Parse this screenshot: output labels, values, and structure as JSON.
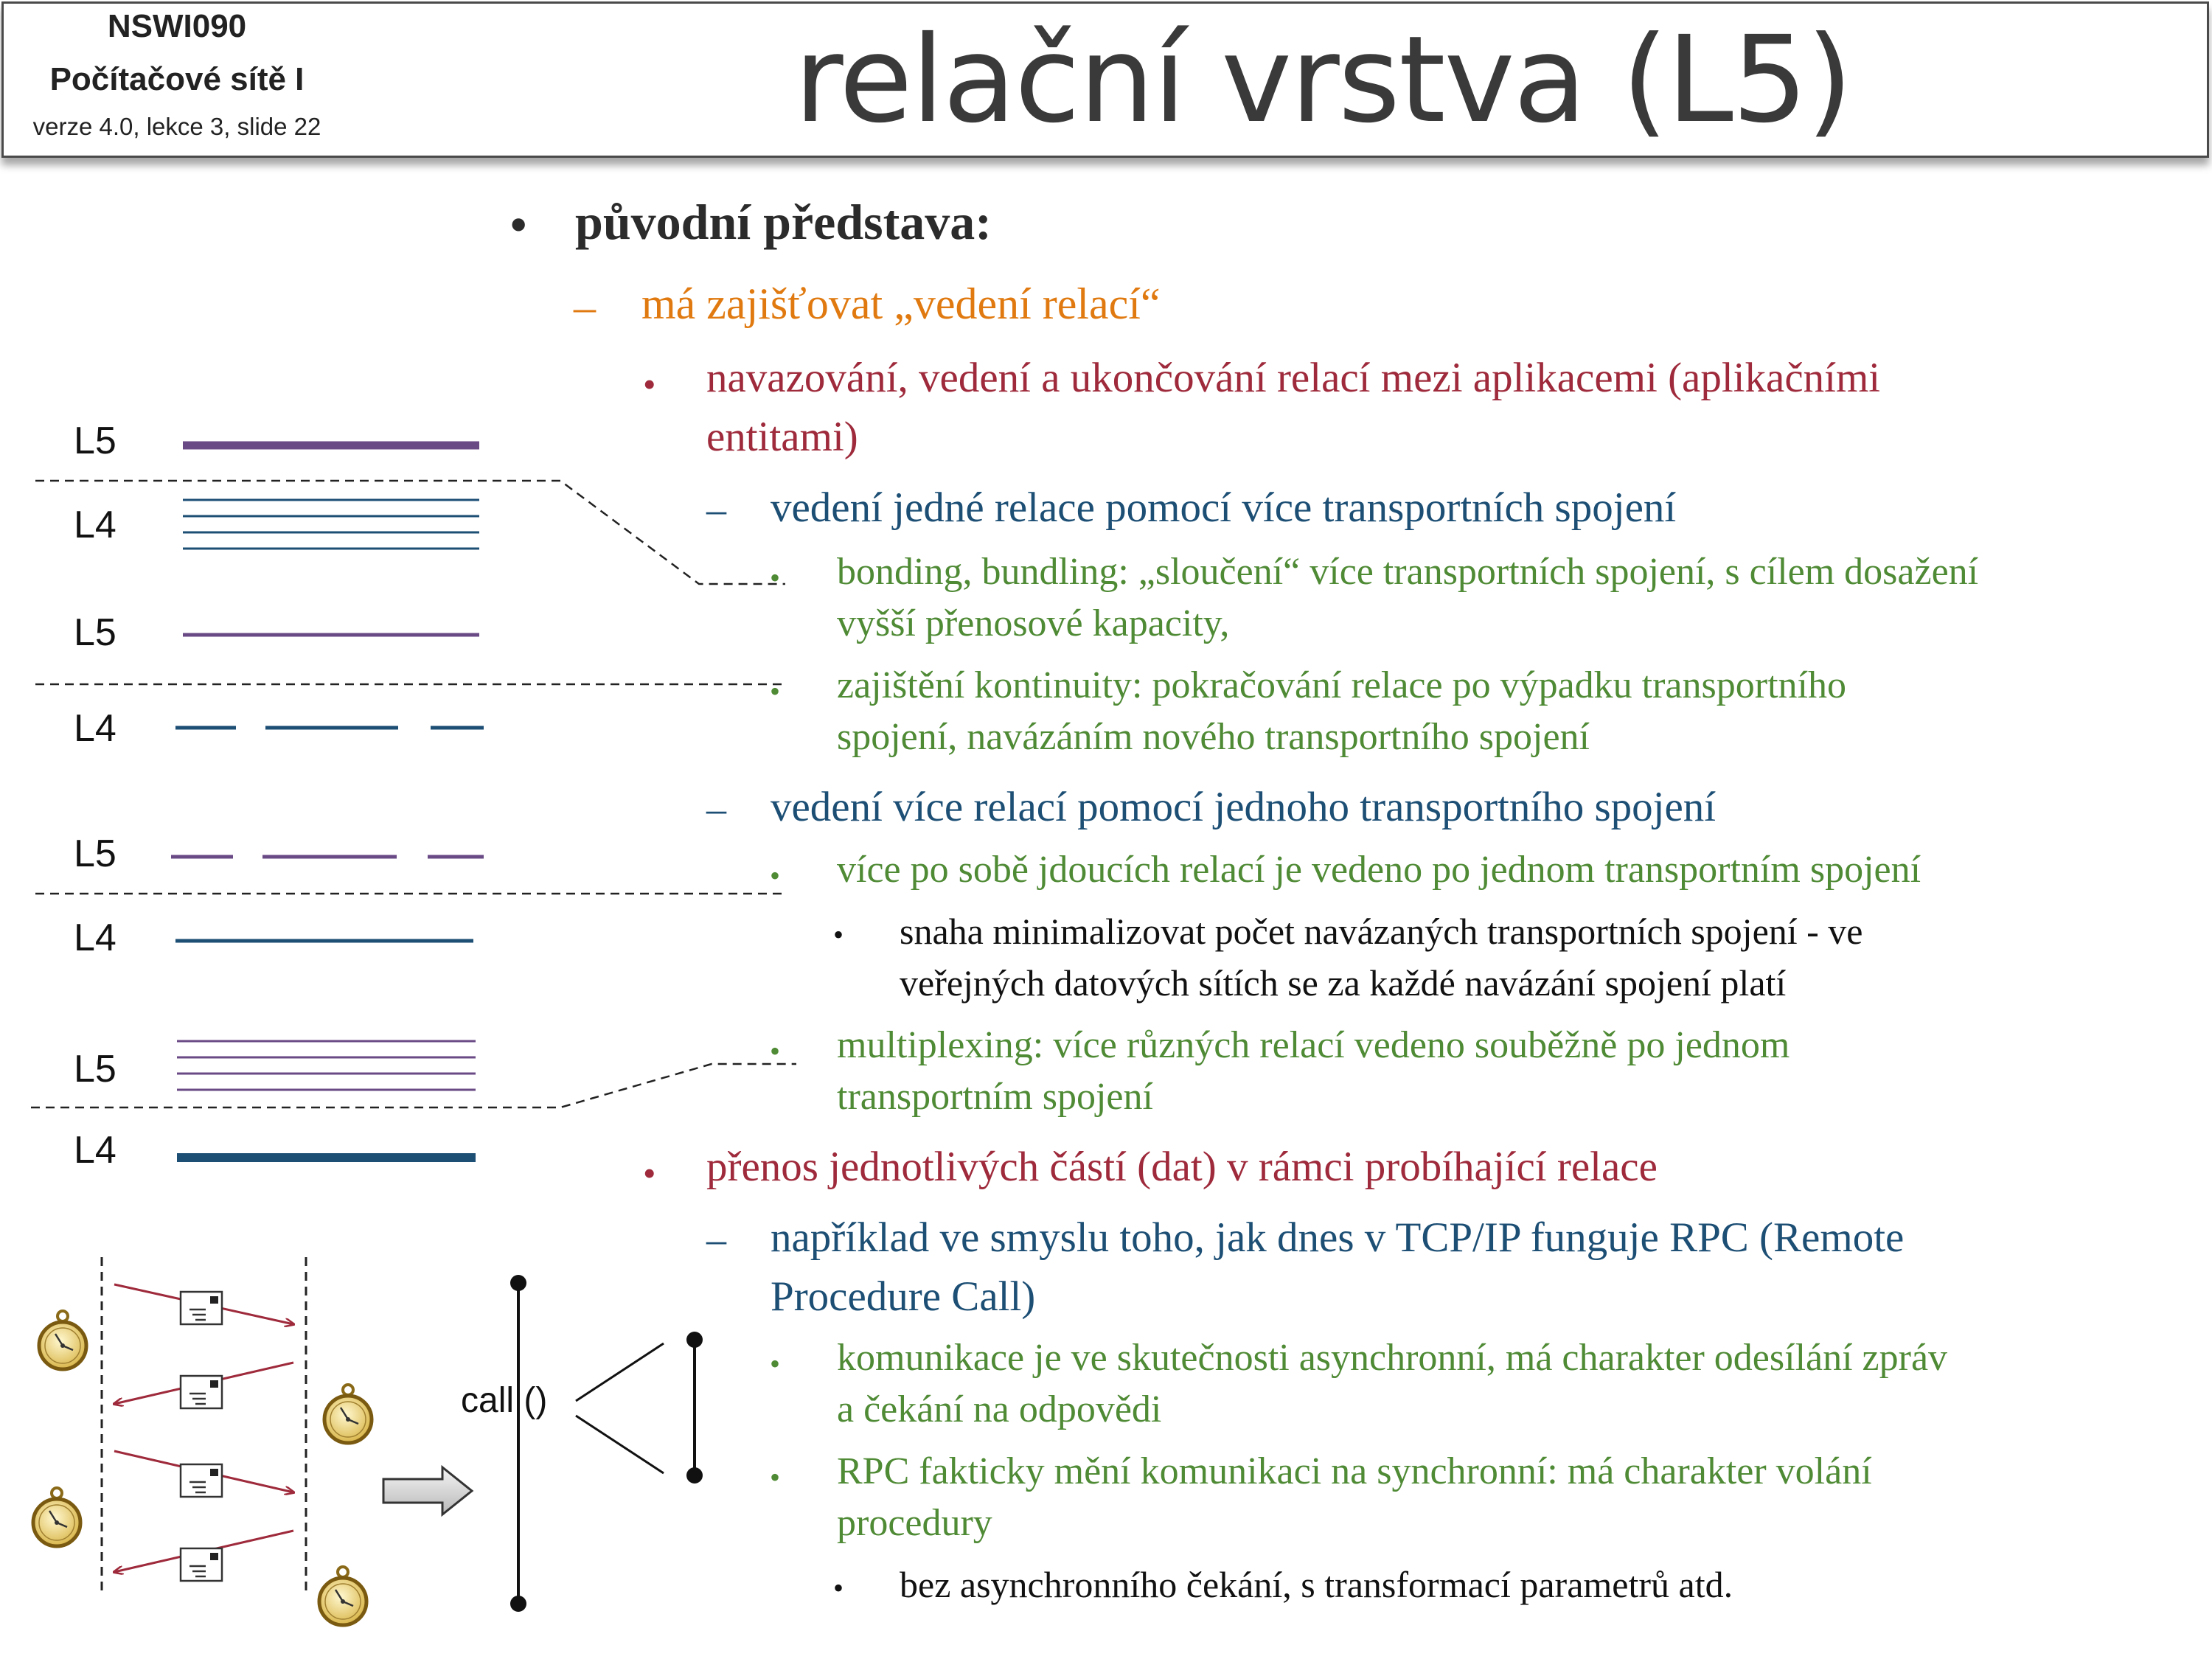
{
  "header": {
    "course_code": "NSWI090",
    "course_name": "Počítačové sítě I",
    "version": "verze 4.0, lekce 3, slide 22",
    "title": "relační vrstva (L5)"
  },
  "content": {
    "b1": "původní představa:",
    "d1": "má zajišťovat „vedení relací“",
    "r1": "navazování, vedení a ukončování relací mezi aplikacemi (aplikačními",
    "r1b": "entitami)",
    "d2": "vedení jedné relace pomocí více transportních spojení",
    "g1": "bonding, bundling: „sloučení“ více transportních spojení, s cílem dosažení",
    "g1b": "vyšší přenosové kapacity,",
    "g2": "zajištění kontinuity: pokračování relace po výpadku transportního",
    "g2b": "spojení, navázáním nového transportního spojení",
    "d3": "vedení více relací pomocí jednoho transportního spojení",
    "g3": "více po sobě jdoucích relací je  vedeno po jednom transportním spojení",
    "k1": "snaha minimalizovat počet navázaných transportních spojení - ve",
    "k1b": "veřejných datových sítích se za každé navázání spojení platí",
    "g4": "multiplexing: více různých relací vedeno souběžně po jednom",
    "g4b": "transportním spojení",
    "r2": "přenos jednotlivých částí (dat) v rámci probíhající relace",
    "d4": "například ve smyslu toho, jak dnes v TCP/IP funguje RPC (Remote",
    "d4b": "Procedure Call)",
    "g5": "komunikace je ve skutečnosti asynchronní, má charakter odesílání zpráv",
    "g5b": "a čekání na odpovědi",
    "g6": "RPC fakticky mění komunikaci na synchronní: má charakter volání",
    "g6b": "procedury",
    "k2": "bez asynchronního čekání, s transformací parametrů atd."
  },
  "layers": [
    "L5",
    "L4",
    "L5",
    "L4",
    "L5",
    "L4",
    "L5",
    "L4"
  ],
  "rpc_label": "call ()",
  "bullets": {
    "round": "•",
    "dash": "–"
  },
  "colors": {
    "orange": "#e07a10",
    "red": "#9e2a3b",
    "blue": "#1d4f75",
    "green": "#4f8a35",
    "purple": "#6a4a85",
    "arrow_red": "#9e2a3b"
  },
  "icons": [
    "stopwatch-icon",
    "envelope-icon",
    "arrow-right-icon"
  ]
}
